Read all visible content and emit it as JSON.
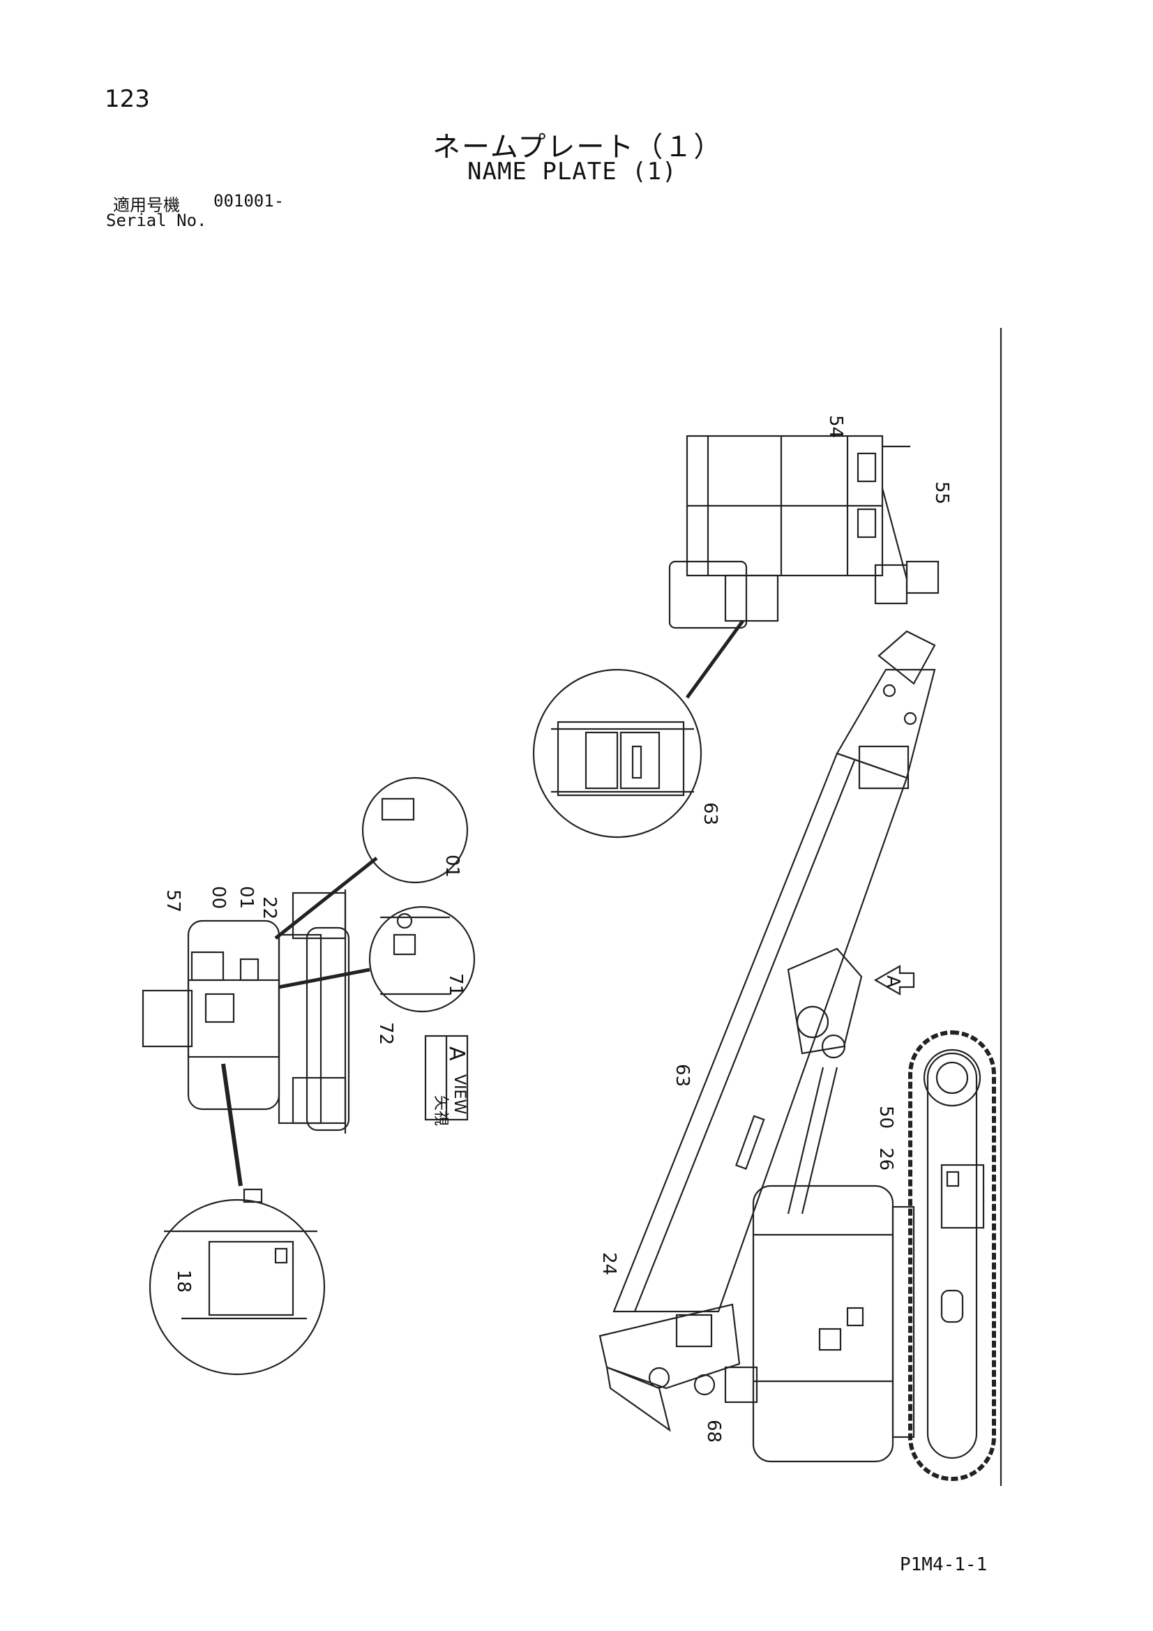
{
  "page_number": "123",
  "title_jp": "ネームプレート（１）",
  "title_en": "NAME PLATE (1)",
  "serial": {
    "label_jp": "適用号機",
    "value": "001001-",
    "label_en": "Serial No."
  },
  "view": {
    "jp": "矢視",
    "en": "VIEW",
    "letter": "A"
  },
  "view_arrow_letter": "A",
  "callouts": {
    "c54": "54",
    "c55": "55",
    "c63_detail": "63",
    "c63_boom": "63",
    "c50": "50",
    "c26": "26",
    "c24": "24",
    "c68": "68",
    "c57": "57",
    "c00": "00",
    "c01_side": "01",
    "c22": "22",
    "c01_detail": "01",
    "c71": "71",
    "c72": "72",
    "c18": "18"
  },
  "page_code": "P1M4-1-1"
}
